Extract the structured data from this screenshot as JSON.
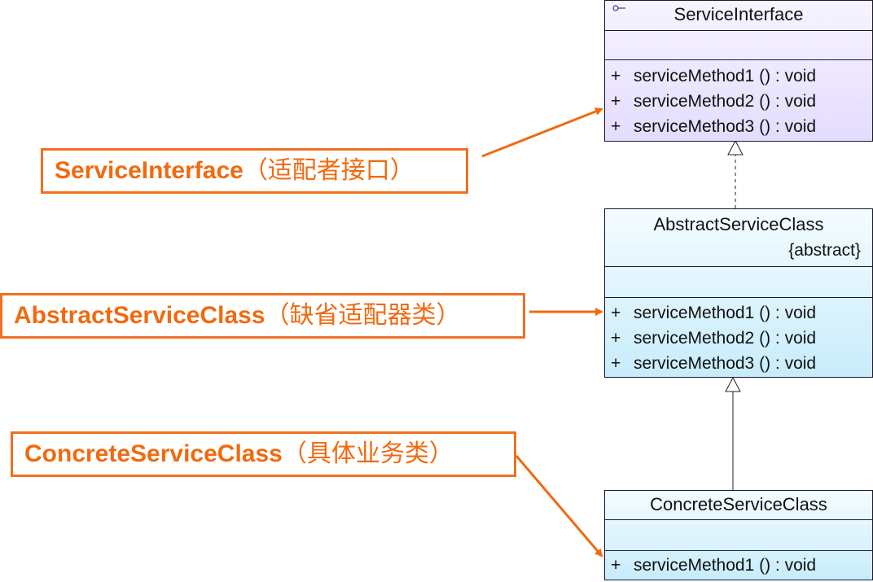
{
  "classes": {
    "service_interface": {
      "name": "ServiceInterface",
      "operations": [
        {
          "visibility": "+",
          "signature": "serviceMethod1 ()  : void"
        },
        {
          "visibility": "+",
          "signature": "serviceMethod2 ()  : void"
        },
        {
          "visibility": "+",
          "signature": "serviceMethod3 ()  : void"
        }
      ]
    },
    "abstract_service_class": {
      "name": "AbstractServiceClass",
      "stereotype": "{abstract}",
      "operations": [
        {
          "visibility": "+",
          "signature": "serviceMethod1 ()  : void"
        },
        {
          "visibility": "+",
          "signature": "serviceMethod2 ()  : void"
        },
        {
          "visibility": "+",
          "signature": "serviceMethod3 ()  : void"
        }
      ]
    },
    "concrete_service_class": {
      "name": "ConcreteServiceClass",
      "operations": [
        {
          "visibility": "+",
          "signature": "serviceMethod1 ()  : void"
        }
      ]
    }
  },
  "callouts": {
    "service_interface": {
      "name": "ServiceInterface",
      "desc": "（适配者接口）"
    },
    "abstract_service_class": {
      "name": "AbstractServiceClass",
      "desc": "（缺省适配器类）"
    },
    "concrete_service_class": {
      "name": "ConcreteServiceClass",
      "desc": "（具体业务类）"
    }
  },
  "colors": {
    "callout": "#f06a10",
    "interface_fill": "#e4dcff",
    "class_fill": "#c8ecfc",
    "border": "#1a1a2e"
  }
}
